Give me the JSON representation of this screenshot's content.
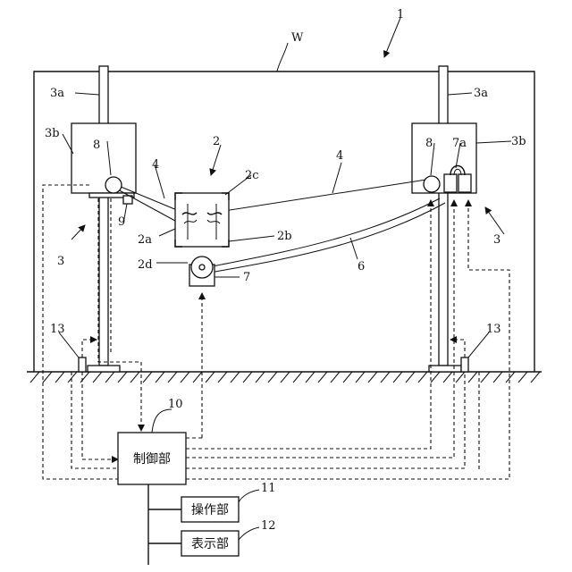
{
  "figure_number": "1",
  "labels": {
    "w": "W",
    "n1": "1",
    "n2": "2",
    "n2a": "2a",
    "n2b": "2b",
    "n2c": "2c",
    "n2d": "2d",
    "n3_left": "3",
    "n3_right": "3",
    "n3a_left": "3a",
    "n3a_right": "3a",
    "n3b_left": "3b",
    "n3b_right": "3b",
    "n4_left": "4",
    "n4_right": "4",
    "n6": "6",
    "n7": "7",
    "n7a": "7a",
    "n8_left": "8",
    "n8_right": "8",
    "n9": "9",
    "n10": "10",
    "n11": "11",
    "n12": "12",
    "n13_left": "13",
    "n13_right": "13"
  },
  "boxes": {
    "control": "制御部",
    "operation": "操作部",
    "display": "表示部"
  }
}
